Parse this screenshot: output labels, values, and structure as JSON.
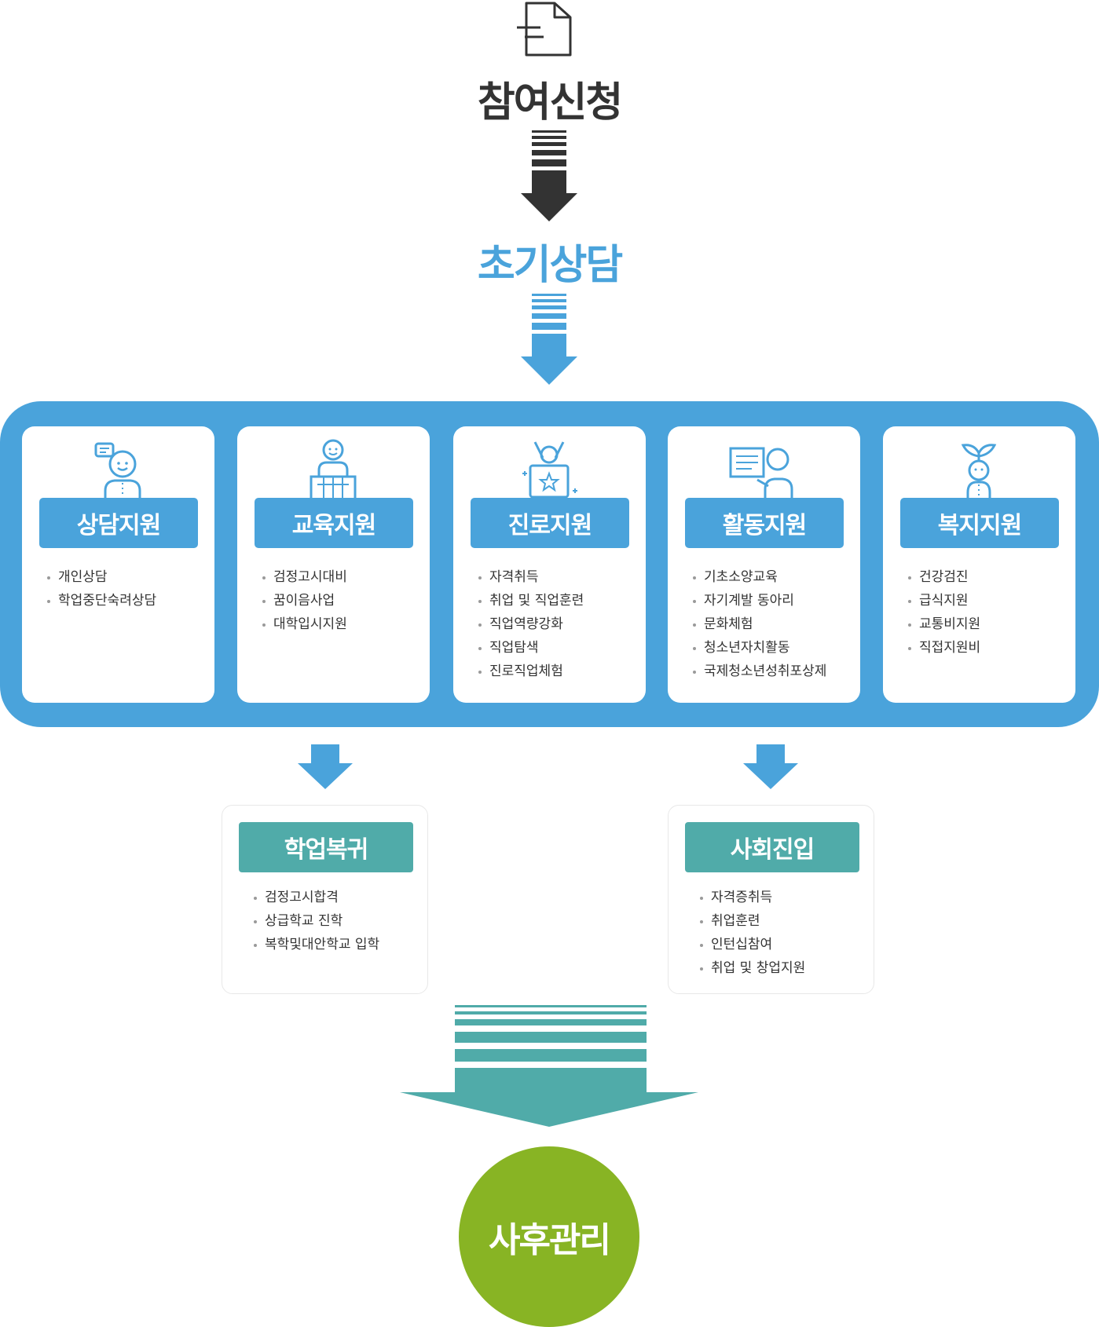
{
  "steps": {
    "apply": "참여신청",
    "initial": "초기상담"
  },
  "cards": [
    {
      "label": "상담지원",
      "items": [
        "개인상담",
        "학업중단숙려상담"
      ]
    },
    {
      "label": "교육지원",
      "items": [
        "검정고시대비",
        "꿈이음사업",
        "대학입시지원"
      ]
    },
    {
      "label": "진로지원",
      "items": [
        "자격취득",
        "취업 및 직업훈련",
        "직업역량강화",
        "직업탐색",
        "진로직업체험"
      ]
    },
    {
      "label": "활동지원",
      "items": [
        "기초소양교육",
        "자기계발 동아리",
        "문화체험",
        "청소년자치활동",
        "국제청소년성취포상제"
      ]
    },
    {
      "label": "복지지원",
      "items": [
        "건강검진",
        "급식지원",
        "교통비지원",
        "직접지원비"
      ]
    }
  ],
  "outcomes": [
    {
      "label": "학업복귀",
      "items": [
        "검정고시합격",
        "상급학교 진학",
        "복학및대안학교 입학"
      ]
    },
    {
      "label": "사회진입",
      "items": [
        "자격증취득",
        "취업훈련",
        "인턴십참여",
        "취업 및 창업지원"
      ]
    }
  ],
  "final": "사후관리",
  "colors": {
    "dark": "#333333",
    "blue": "#4aa3db",
    "teal": "#50aba9",
    "green": "#88b424"
  },
  "icons": [
    "document-icon",
    "counselor-icon",
    "teacher-icon",
    "celebrate-icon",
    "presentation-icon",
    "sprout-icon"
  ]
}
